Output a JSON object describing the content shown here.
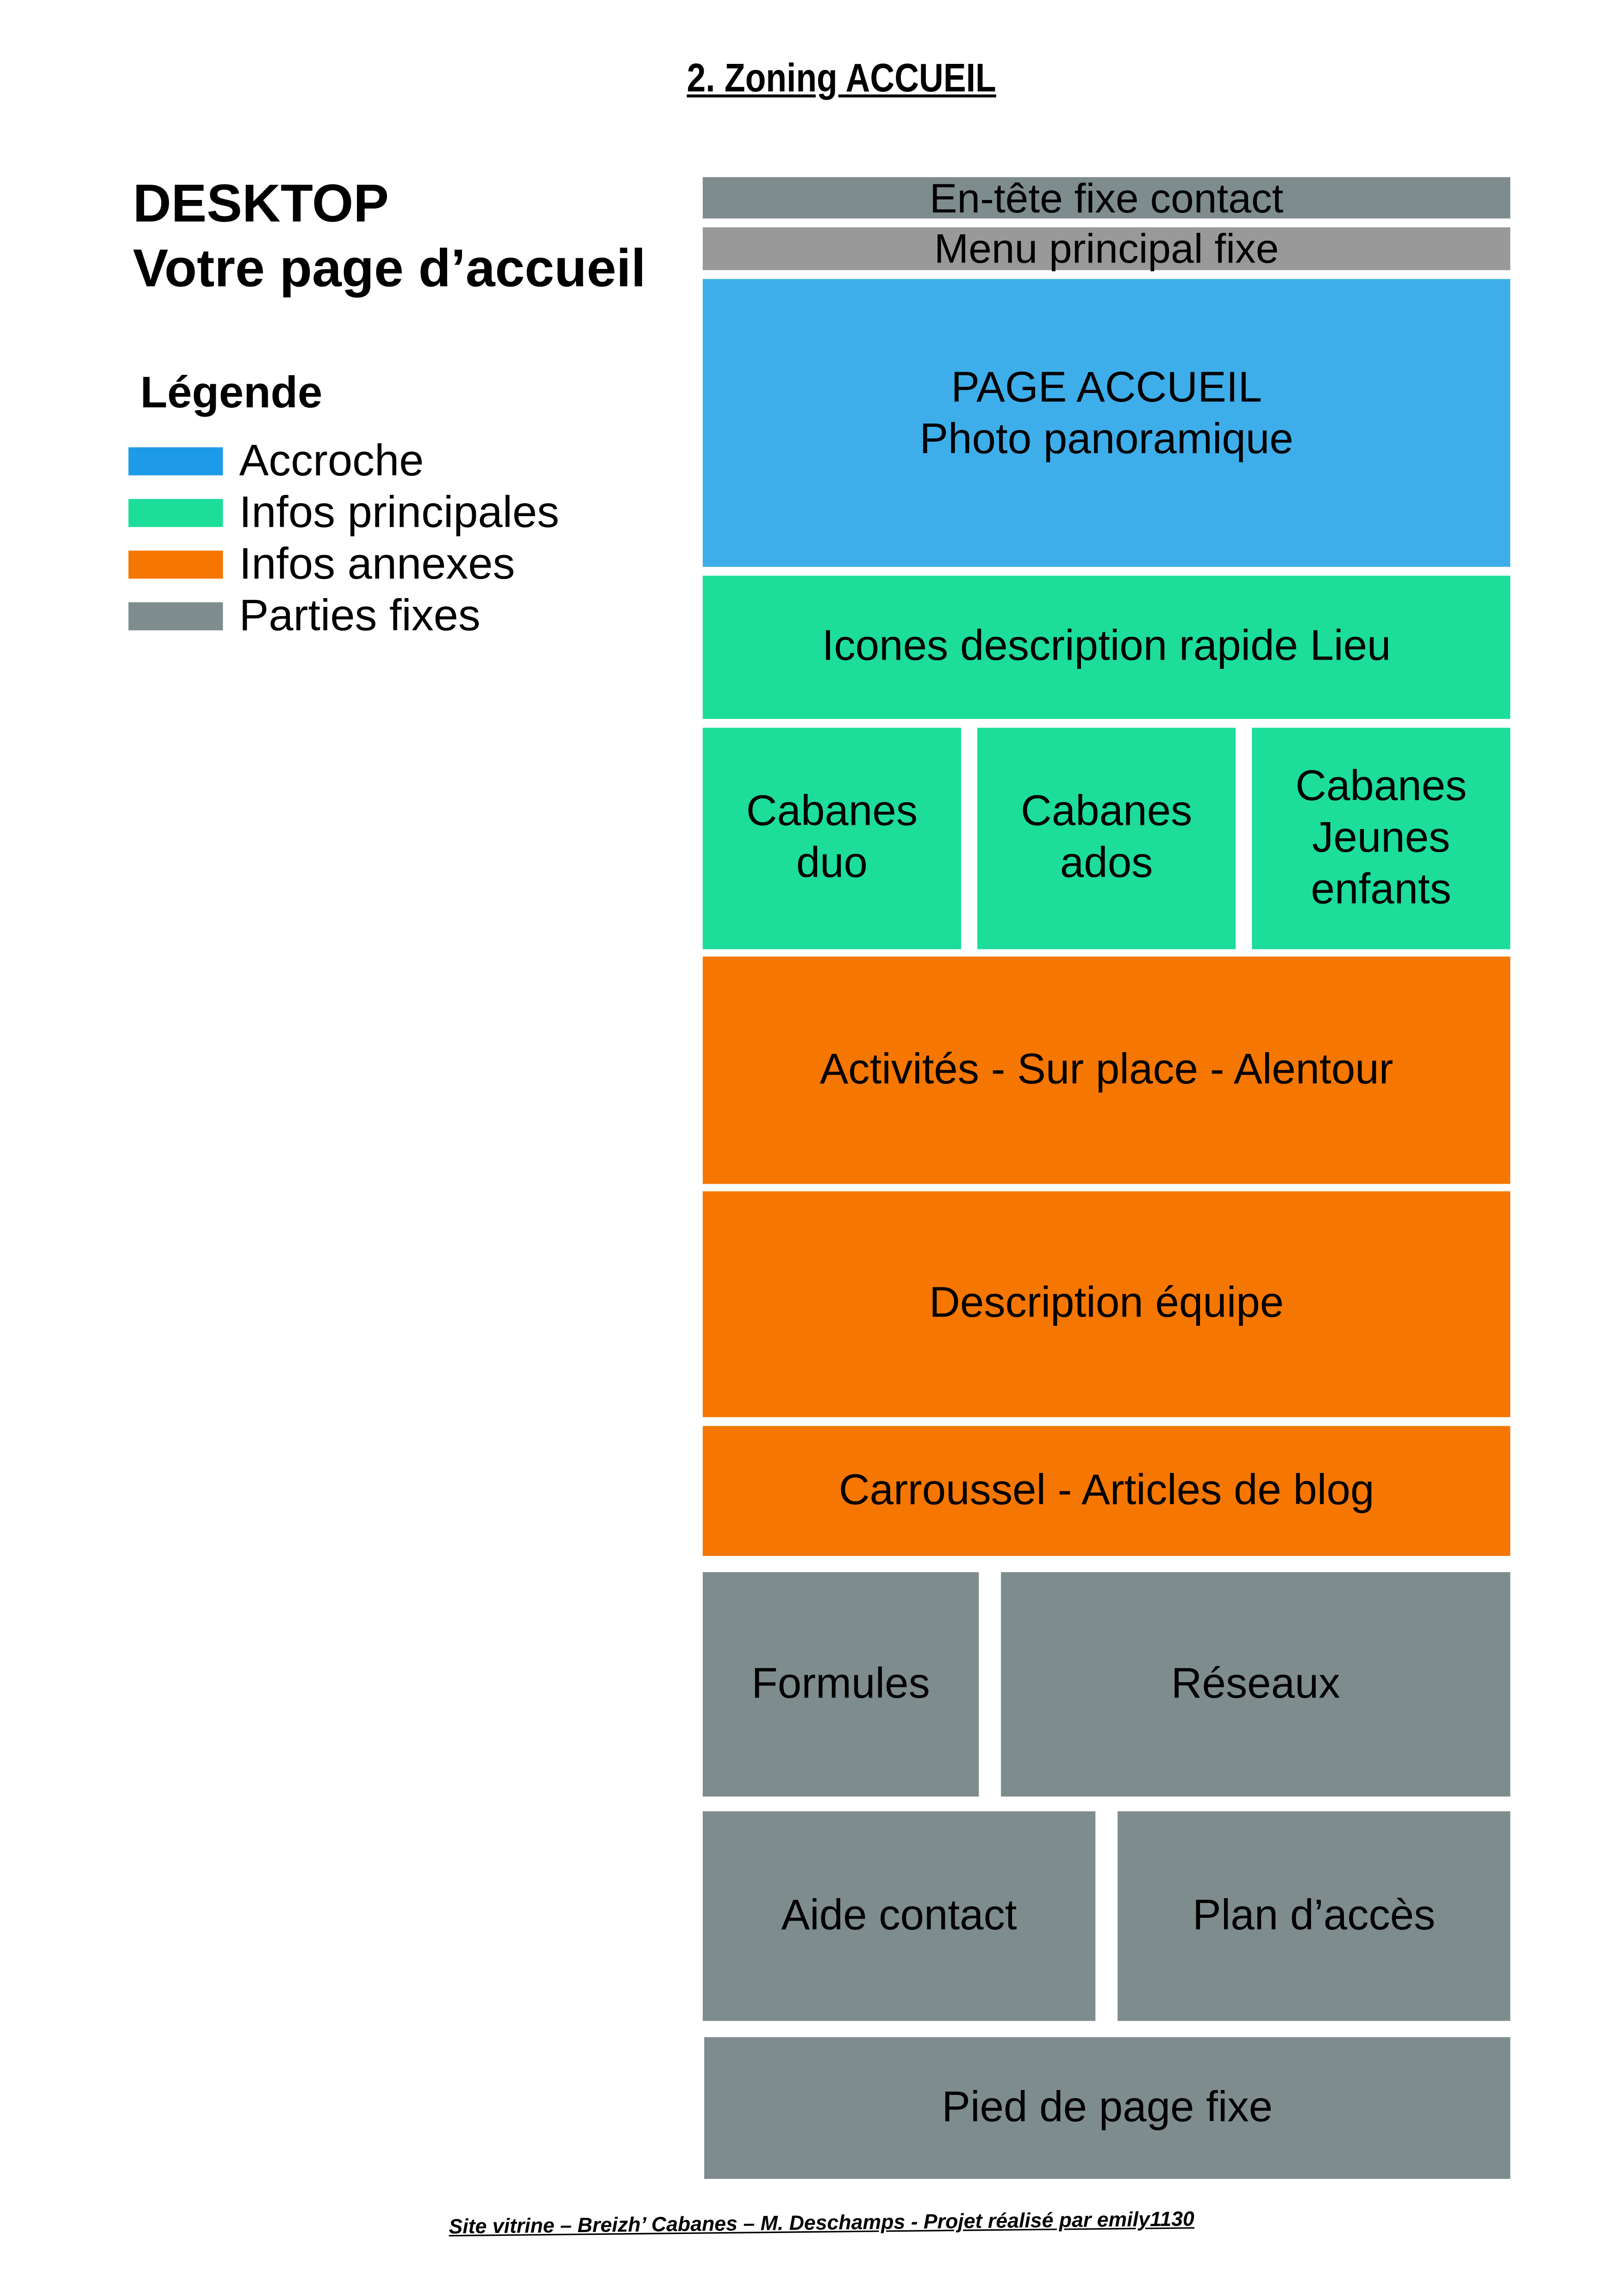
{
  "title": "2. Zoning ACCUEIL",
  "heading": {
    "line1": "DESKTOP",
    "line2": "Votre page d’accueil"
  },
  "legend": {
    "title": "Légende",
    "items": [
      {
        "label": "Accroche",
        "color": "#1e9be8"
      },
      {
        "label": "Infos principales",
        "color": "#1ddd9a"
      },
      {
        "label": "Infos annexes",
        "color": "#f57600"
      },
      {
        "label": "Parties fixes",
        "color": "#7f8c8d"
      }
    ]
  },
  "zones": {
    "header": "En-tête fixe contact",
    "menu": "Menu principal fixe",
    "hero": {
      "line1": "PAGE ACCUEIL",
      "line2": "Photo panoramique"
    },
    "icons": "Icones description rapide Lieu",
    "cabanes_duo": {
      "line1": "Cabanes",
      "line2": "duo"
    },
    "cabanes_ados": {
      "line1": "Cabanes",
      "line2": "ados"
    },
    "cabanes_jeunes": {
      "line1": "Cabanes",
      "line2": "Jeunes",
      "line3": "enfants"
    },
    "activites": "Activités - Sur place - Alentour",
    "equipe": "Description équipe",
    "carrousel": "Carroussel - Articles de blog",
    "formules": "Formules",
    "reseaux": "Réseaux",
    "aide": "Aide contact",
    "plan": "Plan d’accès",
    "footer": "Pied de page fixe"
  },
  "footer_note": "Site vitrine – Breizh’ Cabanes – M. Deschamps -  Projet réalisé par emily1130"
}
